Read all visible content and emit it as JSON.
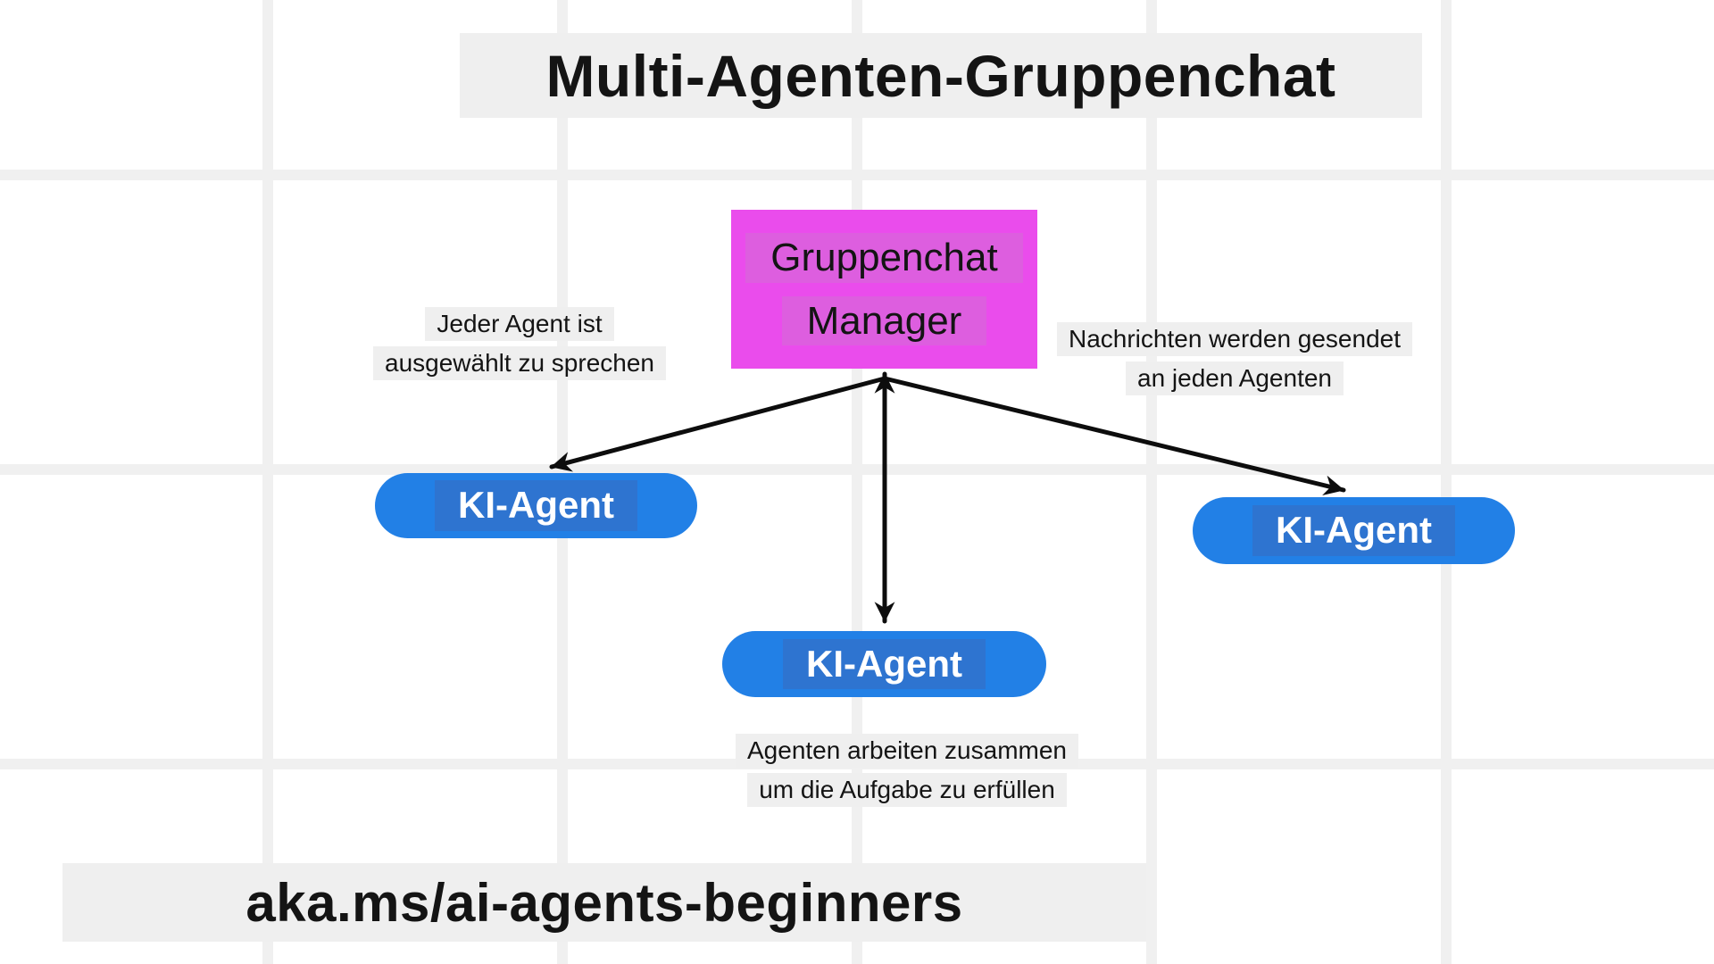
{
  "title": "Multi-Agenten-Gruppenchat",
  "footer_link": "aka.ms/ai-agents-beginners",
  "manager": {
    "line1": "Gruppenchat",
    "line2": "Manager"
  },
  "agents": [
    {
      "label": "KI-Agent"
    },
    {
      "label": "KI-Agent"
    },
    {
      "label": "KI-Agent"
    }
  ],
  "annotations": {
    "left": {
      "line1": "Jeder Agent ist",
      "line2": "ausgewählt zu sprechen"
    },
    "right": {
      "line1": "Nachrichten werden gesendet",
      "line2": "an jeden Agenten"
    },
    "bottom": {
      "line1": "Agenten arbeiten zusammen",
      "line2": "um die Aufgabe zu erfüllen"
    }
  },
  "colors": {
    "background": "#ffffff",
    "grid_line": "#f0f0f0",
    "label_bg": "#efefef",
    "text": "#141414",
    "manager_fill": "#ea4cec",
    "manager_highlight": "#dd5edf",
    "agent_fill": "#2280e6",
    "agent_highlight": "#2e74d0",
    "agent_text": "#ffffff",
    "arrow": "#0d0d0d"
  }
}
